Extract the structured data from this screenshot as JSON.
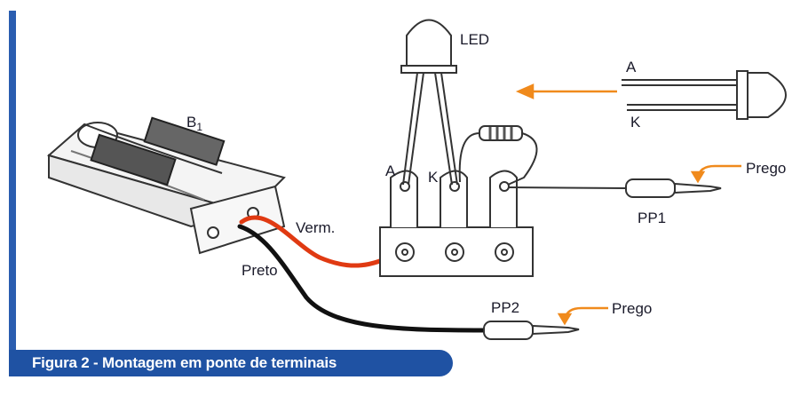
{
  "caption": "Figura 2 - Montagem em ponte de terminais",
  "labels": {
    "battery": "B",
    "battery_sub": "1",
    "led": "LED",
    "led_anode_detail": "A",
    "led_cathode_detail": "K",
    "anode_terminal": "A",
    "cathode_terminal": "K",
    "red_wire": "Verm.",
    "black_wire": "Preto",
    "probe1": "PP1",
    "probe2": "PP2",
    "nail1": "Prego",
    "nail2": "Prego"
  },
  "colors": {
    "caption_bar": "#1f52a3",
    "red_wire": "#e03a12",
    "black_wire": "#111111",
    "arrow": "#f08a1c",
    "outline": "#333333"
  }
}
